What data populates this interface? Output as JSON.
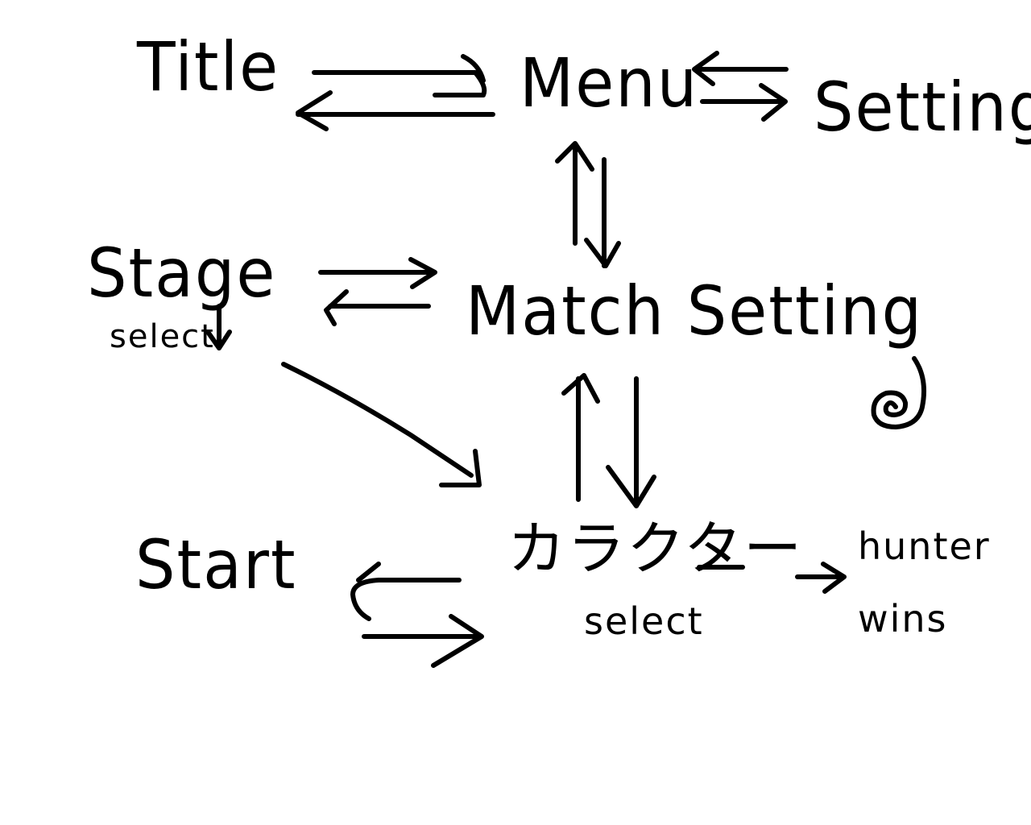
{
  "nodes": {
    "title": "Title",
    "menu": "Menu",
    "setting": "Setting",
    "stage": "Stage",
    "stage_sub": "select",
    "match_setting": "Match Setting",
    "character": "カラクター",
    "character_sub": "select",
    "start": "Start",
    "hunter": "hunter",
    "wins": "wins"
  },
  "ink_color": "#000000",
  "background": "#ffffff"
}
